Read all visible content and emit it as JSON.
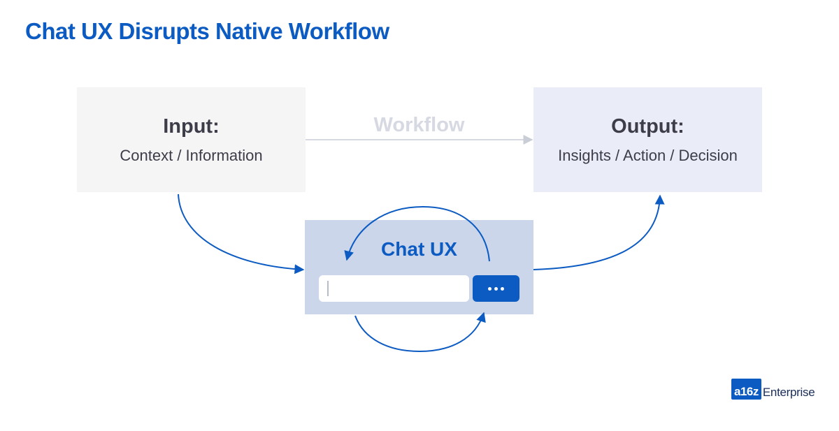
{
  "title": "Chat UX Disrupts Native Workflow",
  "input_box": {
    "heading": "Input:",
    "subtitle": "Context / Information"
  },
  "workflow": {
    "label": "Workflow"
  },
  "output_box": {
    "heading": "Output:",
    "subtitle": "Insights / Action / Decision"
  },
  "chat": {
    "title": "Chat UX",
    "send_icon": "ellipsis-icon"
  },
  "logo": {
    "mark": "a16z",
    "text": "Enterprise"
  },
  "colors": {
    "accent": "#0c5bc2",
    "input_bg": "#f5f5f5",
    "output_bg": "#eaedf8",
    "chat_bg": "#cbd6eb",
    "muted": "#d6d9e1",
    "text": "#3d3d49"
  }
}
